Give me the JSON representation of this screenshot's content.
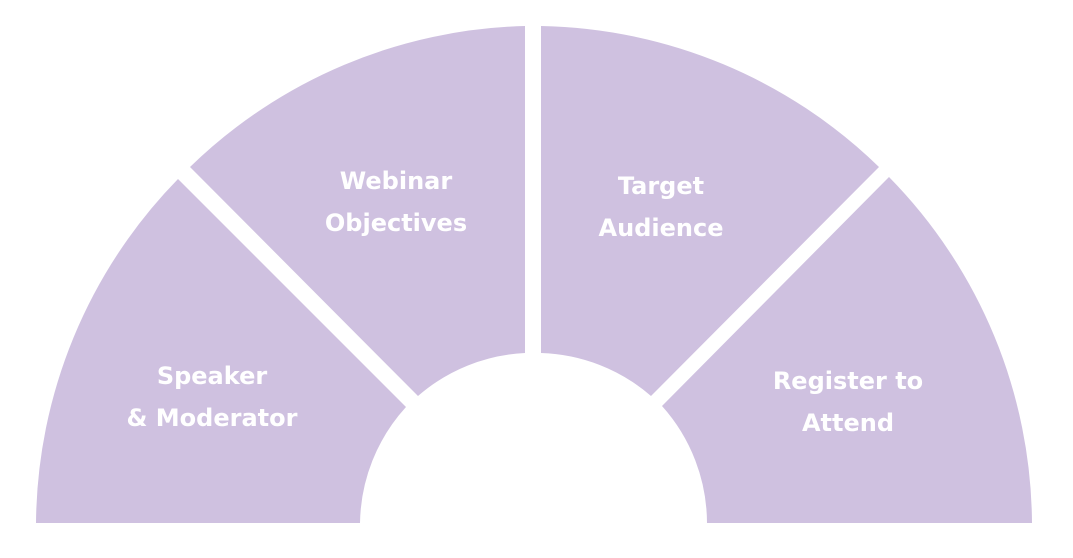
{
  "diagram": {
    "colors": {
      "segment_fill": "#cfc1e0",
      "label_text": "#ffffff",
      "background": "#ffffff"
    },
    "segments": [
      {
        "name": "segment-speaker-moderator",
        "lines": [
          "Speaker",
          "& Moderator"
        ]
      },
      {
        "name": "segment-webinar-objectives",
        "lines": [
          "Webinar",
          "Objectives"
        ]
      },
      {
        "name": "segment-target-audience",
        "lines": [
          "Target",
          "Audience"
        ]
      },
      {
        "name": "segment-register-to-attend",
        "lines": [
          "Register to",
          "Attend"
        ]
      }
    ]
  }
}
